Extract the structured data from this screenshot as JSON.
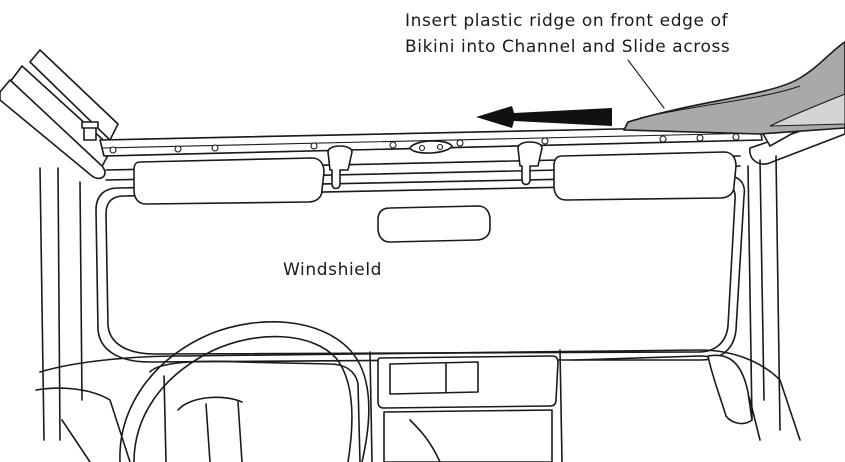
{
  "instruction": {
    "line1": "Insert plastic ridge on front edge of",
    "line2": "Bikini into Channel and Slide across"
  },
  "windshield_label": "Windshield",
  "colors": {
    "ink": "#1a1a1a",
    "bikini_fill": "#a9a9a9",
    "bikini_inner": "#d4d4d4",
    "channel_fill": "#c9c9c9"
  },
  "icons": {
    "arrow": "slide-direction-arrow-left"
  }
}
